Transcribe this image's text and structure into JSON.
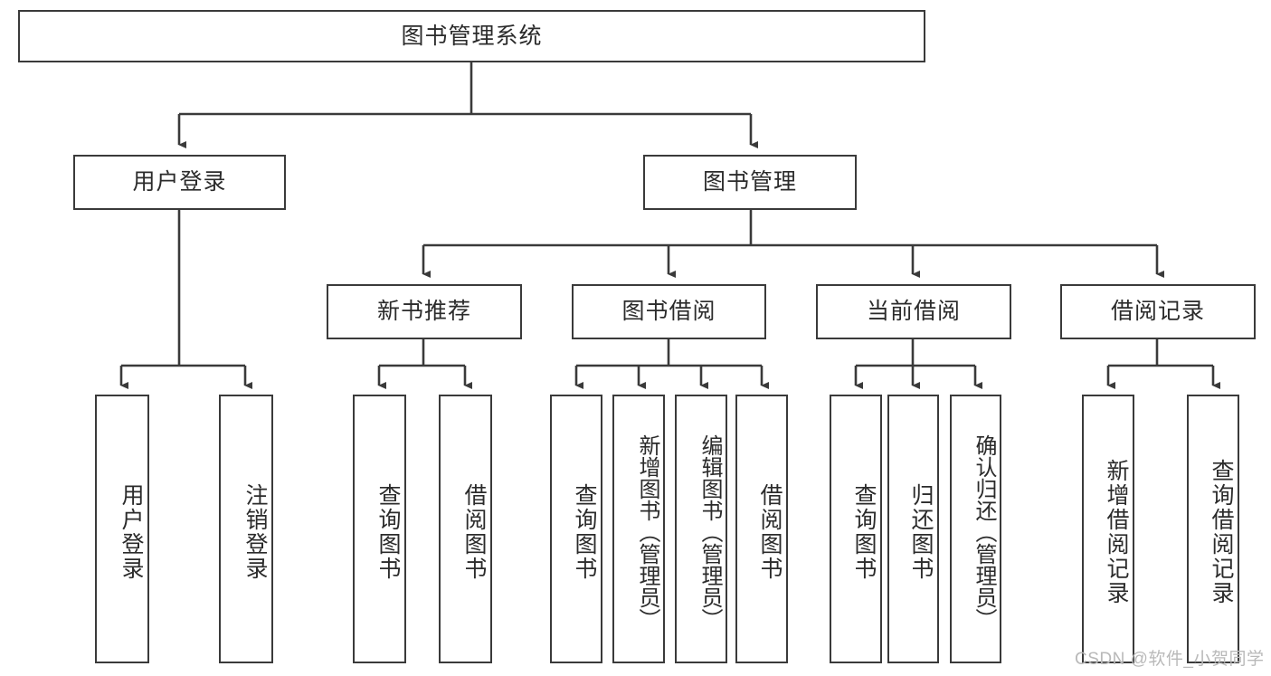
{
  "diagram": {
    "title": "图书管理系统",
    "type": "hierarchy-tree",
    "colors": {
      "stroke": "#3a3a3a",
      "fill": "#ffffff",
      "text": "#2b2b2b",
      "watermark": "#b9b9b9"
    },
    "root": {
      "label": "图书管理系统"
    },
    "level2": [
      {
        "label": "用户登录"
      },
      {
        "label": "图书管理"
      }
    ],
    "level3": [
      {
        "label": "新书推荐"
      },
      {
        "label": "图书借阅"
      },
      {
        "label": "当前借阅"
      },
      {
        "label": "借阅记录"
      }
    ],
    "leaves": {
      "user_login": [
        {
          "label": "用户登录"
        },
        {
          "label": "注销登录"
        }
      ],
      "new_book_recommend": [
        {
          "label": "查询图书"
        },
        {
          "label": "借阅图书"
        }
      ],
      "book_borrow": [
        {
          "label": "查询图书"
        },
        {
          "label": "新增图书（管理员）"
        },
        {
          "label": "编辑图书（管理员）"
        },
        {
          "label": "借阅图书"
        }
      ],
      "current_borrow": [
        {
          "label": "查询图书"
        },
        {
          "label": "归还图书"
        },
        {
          "label": "确认归还（管理员）"
        }
      ],
      "borrow_record": [
        {
          "label": "新增借阅记录"
        },
        {
          "label": "查询借阅记录"
        }
      ]
    }
  },
  "watermark": {
    "text": "CSDN @软件_小贺同学"
  }
}
